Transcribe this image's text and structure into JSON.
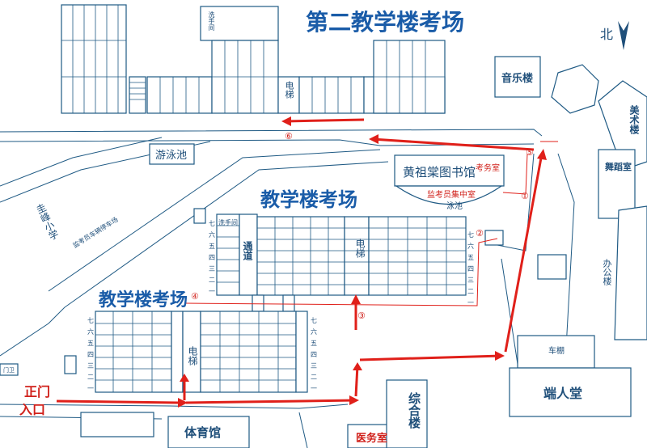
{
  "titles": {
    "second_building": "第二教学楼考场",
    "teaching_building_center": "教学楼考场",
    "teaching_building_left": "教学楼考场"
  },
  "north_label": "北",
  "labels": {
    "music_building": "音乐楼",
    "swimming_pool": "游泳池",
    "library": "黄祖棠图书馆",
    "exam_office": "考务室",
    "proctor_room": "监考员集中室",
    "pool_small": "泳池",
    "elevator": "电梯",
    "corridor": "通道",
    "washroom": "洗手间",
    "gym": "体育馆",
    "medical": "医务室",
    "complex_building": "综合楼",
    "hall": "端人堂",
    "bike_shed": "车棚",
    "primary_school": "圭峰小学",
    "parking": "监考员车辆停车场",
    "main_gate": "正门",
    "entrance": "入口",
    "art_building": "美术楼",
    "dance_room": "舞蹈室",
    "office": "办公楼",
    "guard": "门卫"
  },
  "floors": [
    "七",
    "六",
    "五",
    "四",
    "三",
    "二",
    "一"
  ],
  "route_markers": [
    "①",
    "②",
    "③",
    "④",
    "⑤",
    "⑥"
  ],
  "colors": {
    "building": "#1f5a84",
    "title": "#1a5ca8",
    "route": "#e0201a"
  }
}
